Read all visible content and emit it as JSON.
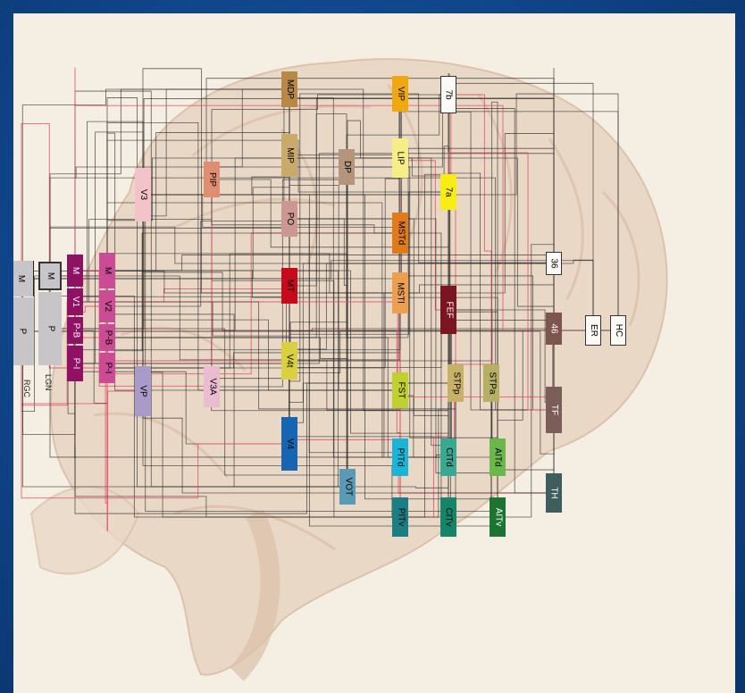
{
  "diagram": {
    "background_color": "#0f4589",
    "panel_color": "#f5eee2",
    "areas": {
      "rgc_m": "M",
      "rgc_p": "P",
      "lgn_m": "M",
      "lgn_p": "P",
      "v1_m": "M",
      "v1": "V1",
      "v1_pb": "P-B",
      "v1_pi": "P-I",
      "v2_m": "M",
      "v2": "V2",
      "v2_pb": "P-B",
      "v2_pi": "P-I",
      "v3": "V3",
      "vp": "VP",
      "v3a": "V3A",
      "pip": "PIP",
      "mdp": "MDP",
      "mip": "MIP",
      "po": "PO",
      "mt": "MT",
      "v4t": "V4t",
      "v4": "V4",
      "vot": "VOT",
      "dp": "DP",
      "vip": "VIP",
      "lip": "LIP",
      "mstd": "MSTd",
      "mstl": "MSTl",
      "fst": "FST",
      "area_7b": "7b",
      "area_7a": "7a",
      "fef": "FEF",
      "stpp": "STPp",
      "stpa": "STPa",
      "pitd": "PITd",
      "pitv": "PITv",
      "citd": "CITd",
      "citv": "CITv",
      "aitd": "AITd",
      "aitv": "AITv",
      "area_36": "36",
      "area_46": "46",
      "tf": "TF",
      "th": "TH",
      "er": "ER",
      "hc": "HC"
    },
    "side_labels": {
      "rgc": "RGC",
      "lgn": "LGN"
    }
  }
}
